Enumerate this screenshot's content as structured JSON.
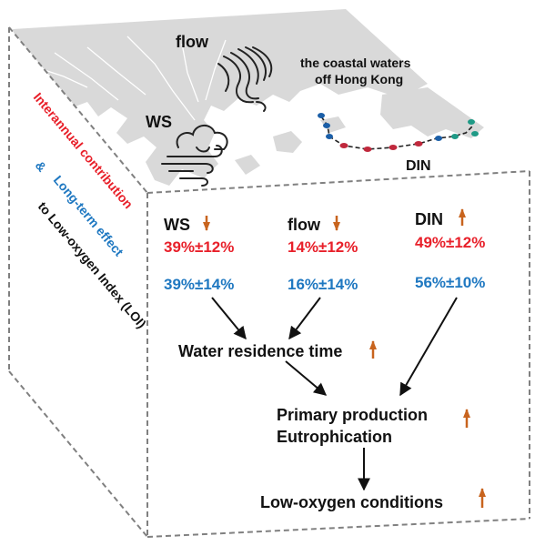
{
  "colors": {
    "red": "#e8202a",
    "blue": "#1f78c1",
    "black": "#111111",
    "arrow_orange": "#c8641e",
    "land": "#d9d9d9",
    "frame": "#808080",
    "station_red": "#c0283c",
    "station_blue": "#1b5fa8",
    "station_teal": "#1f9a86"
  },
  "top_face": {
    "flow_label": "flow",
    "ws_label": "WS",
    "region_label_line1": "the coastal waters",
    "region_label_line2": "off Hong Kong",
    "din_label": "DIN",
    "icons": [
      "wind-icon",
      "cloud-wind-icon"
    ]
  },
  "side_face": {
    "line1": "Interannual contribution",
    "line2": "&",
    "line3": "Long-term effect",
    "line4": "to Low-oxygen Index (LOI)"
  },
  "front_face": {
    "drivers": [
      {
        "label": "WS",
        "arrow": "down",
        "interannual": "39%±12%",
        "long_term": "39%±14%"
      },
      {
        "label": "flow",
        "arrow": "down",
        "interannual": "14%±12%",
        "long_term": "16%±14%"
      },
      {
        "label": "DIN",
        "arrow": "up",
        "interannual": "49%±12%",
        "long_term": "56%±10%"
      }
    ],
    "residence_label": "Water residence time",
    "production_line1": "Primary production",
    "production_line2": "Eutrophication",
    "low_oxygen_label": "Low-oxygen conditions"
  }
}
